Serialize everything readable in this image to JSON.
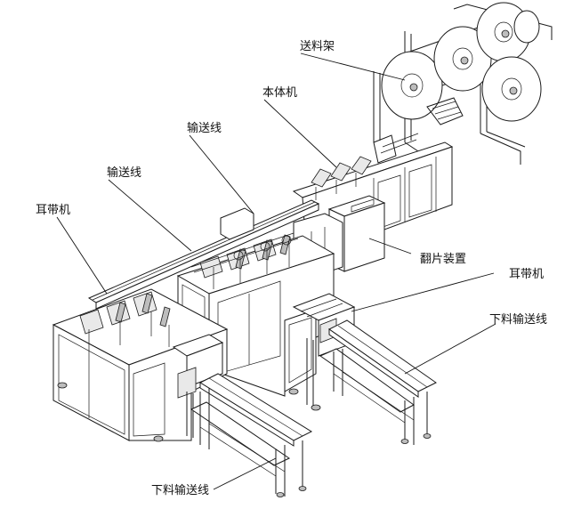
{
  "labels": {
    "feed_rack": "送料架",
    "body_machine": "本体机",
    "conveyor_line_upper": "输送线",
    "conveyor_line_left": "输送线",
    "ear_loop_machine_left": "耳带机",
    "flip_device": "翻片装置",
    "ear_loop_machine_right": "耳带机",
    "discharge_conveyor_right": "下料输送线",
    "discharge_conveyor_left": "下料输送线"
  }
}
